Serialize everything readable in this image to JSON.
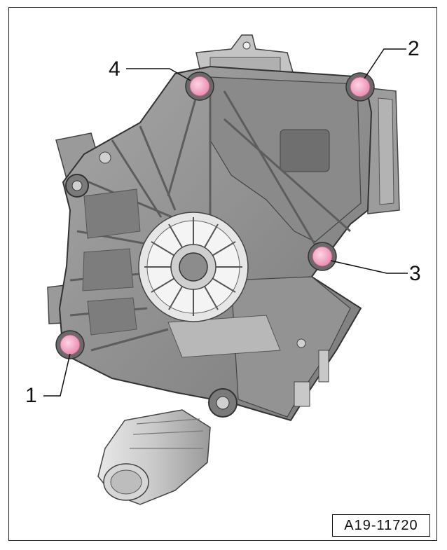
{
  "callouts": [
    {
      "number": "1"
    },
    {
      "number": "2"
    },
    {
      "number": "3"
    },
    {
      "number": "4"
    }
  ],
  "image_reference": "A19-11720",
  "colors": {
    "housing": "#8f8f8f",
    "housing_dark": "#6e6e6e",
    "housing_light": "#b5b5b5",
    "bolt_highlight": "#f2a7c4",
    "line": "#111111"
  }
}
